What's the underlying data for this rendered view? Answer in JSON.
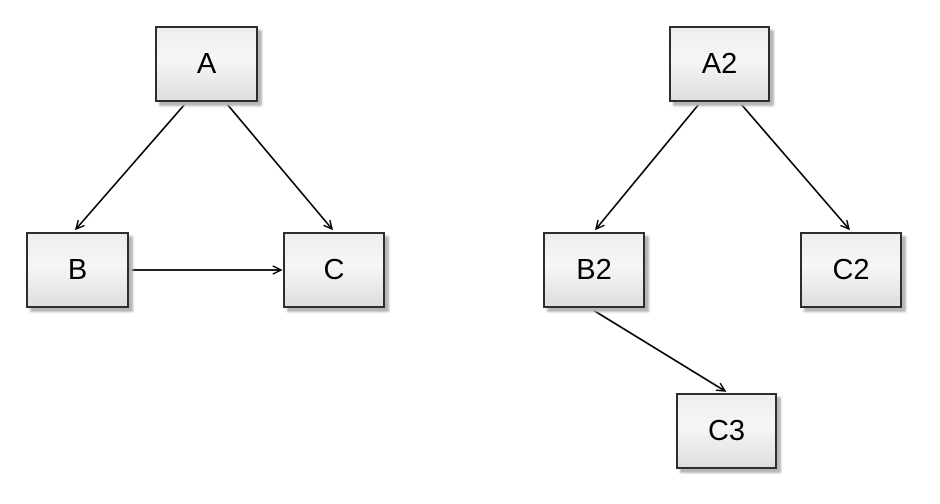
{
  "canvas": {
    "background": "#ffffff",
    "node_border_color": "#2d2d2d",
    "node_fill_top": "#ededed",
    "node_fill_bottom": "#dedede",
    "node_shadow_color": "#b6b6b6",
    "edge_color": "#000000"
  },
  "diagrams": {
    "left": {
      "nodes": {
        "a": {
          "label": "A"
        },
        "b": {
          "label": "B"
        },
        "c": {
          "label": "C"
        }
      },
      "edges": [
        {
          "from": "A",
          "to": "B"
        },
        {
          "from": "A",
          "to": "C"
        },
        {
          "from": "B",
          "to": "C"
        }
      ]
    },
    "right": {
      "nodes": {
        "a2": {
          "label": "A2"
        },
        "b2": {
          "label": "B2"
        },
        "c2": {
          "label": "C2"
        },
        "c3": {
          "label": "C3"
        }
      },
      "edges": [
        {
          "from": "A2",
          "to": "B2"
        },
        {
          "from": "A2",
          "to": "C2"
        },
        {
          "from": "B2",
          "to": "C3"
        }
      ]
    }
  }
}
